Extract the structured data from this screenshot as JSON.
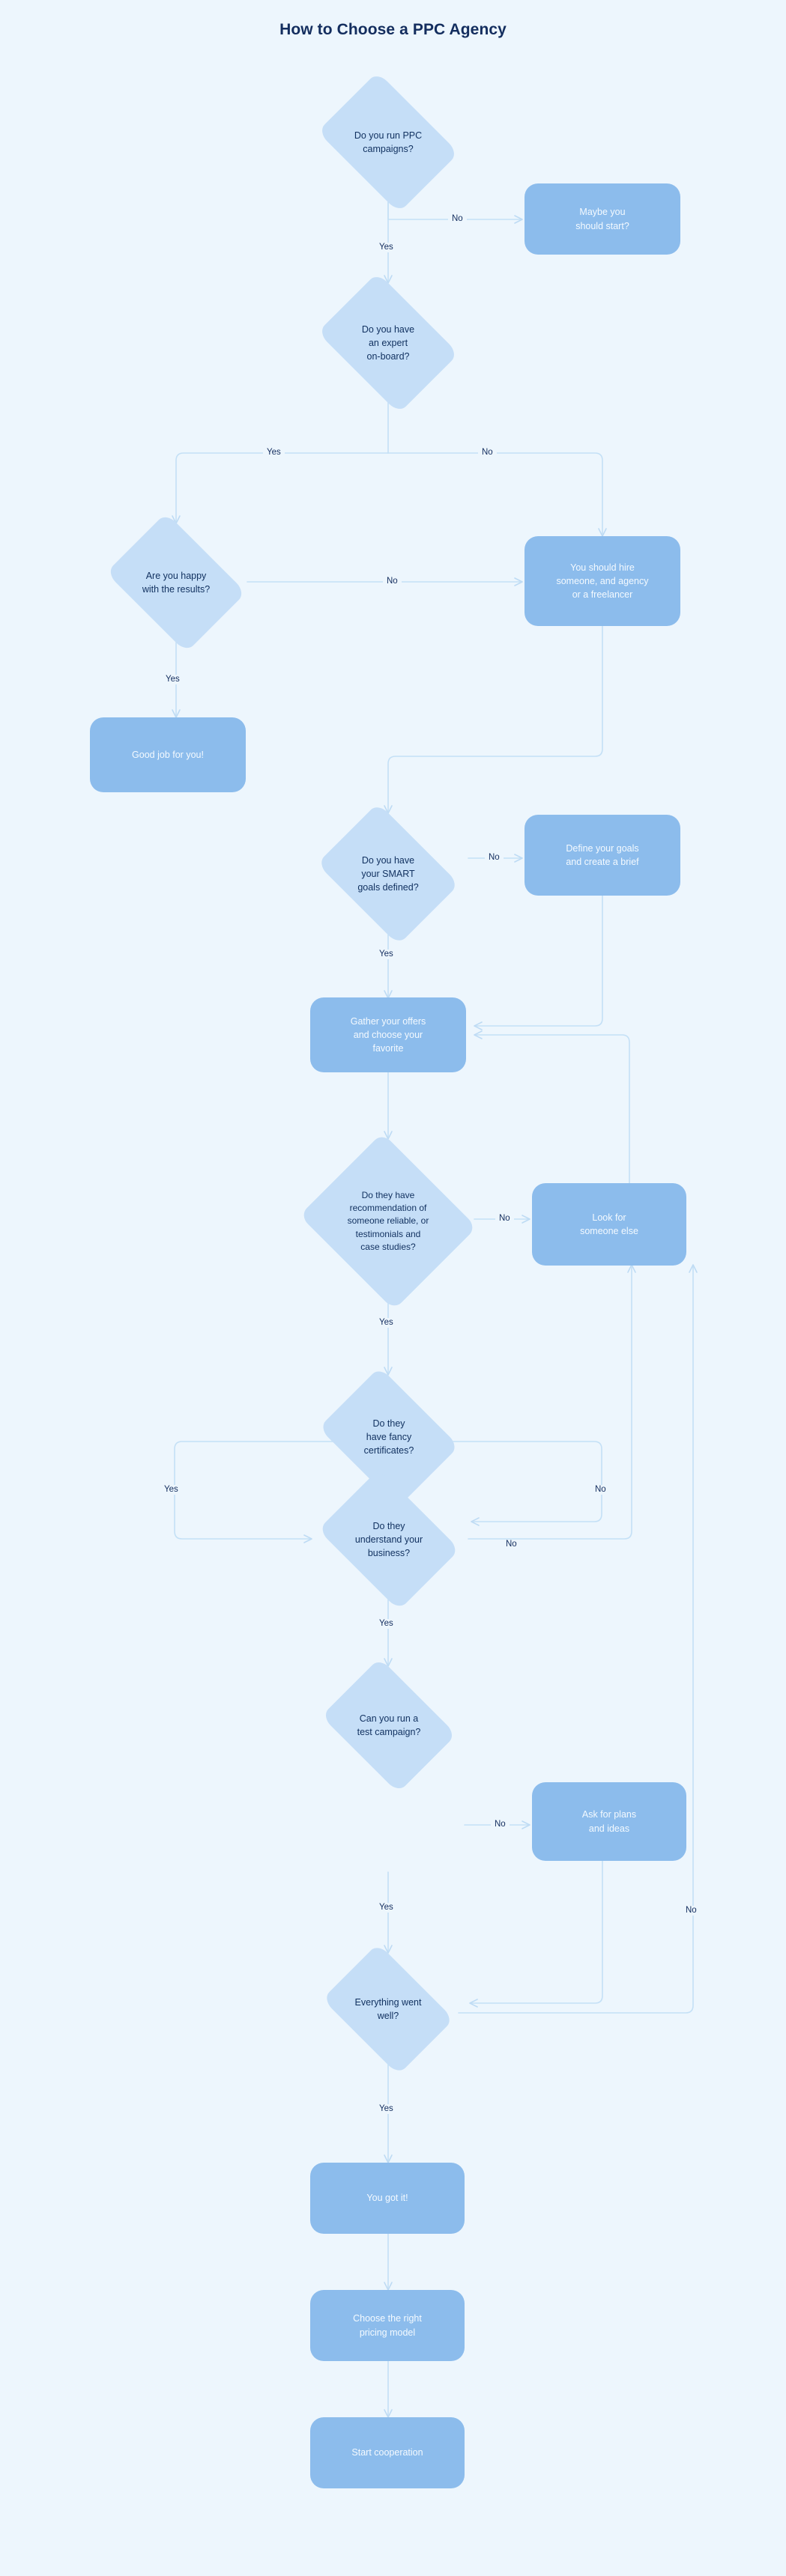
{
  "title": "How to Choose a PPC Agency",
  "colors": {
    "background": "#edf6fd",
    "decision_fill": "#c5def7",
    "process_fill": "#8cbcec",
    "edge_stroke": "#c4e0f6",
    "decision_text": "#10305f",
    "process_text": "#f4faff",
    "title_text": "#132d5e"
  },
  "chart_data": {
    "type": "flowchart",
    "title": "How to Choose a PPC Agency",
    "nodes": [
      {
        "id": "n1",
        "shape": "decision",
        "label": "Do you run PPC\ncampaigns?"
      },
      {
        "id": "n2",
        "shape": "process",
        "label": "Maybe you\nshould start?"
      },
      {
        "id": "n3",
        "shape": "decision",
        "label": "Do you have\nan expert\non-board?"
      },
      {
        "id": "n4",
        "shape": "decision",
        "label": "Are you happy\nwith the results?"
      },
      {
        "id": "n5",
        "shape": "process",
        "label": "You should hire\nsomeone, and agency\nor a freelancer"
      },
      {
        "id": "n6",
        "shape": "process",
        "label": "Good job for you!"
      },
      {
        "id": "n7",
        "shape": "decision",
        "label": "Do you have\nyour SMART\ngoals defined?"
      },
      {
        "id": "n8",
        "shape": "process",
        "label": "Define your goals\nand create a brief"
      },
      {
        "id": "n9",
        "shape": "process",
        "label": "Gather your offers\nand choose your\nfavorite"
      },
      {
        "id": "n10",
        "shape": "decision",
        "label": "Do they have\nrecommendation of\nsomeone reliable, or\ntestimonials and\ncase studies?"
      },
      {
        "id": "n11",
        "shape": "process",
        "label": "Look for\nsomeone else"
      },
      {
        "id": "n12",
        "shape": "decision",
        "label": "Do they\nhave fancy\ncertificates?"
      },
      {
        "id": "n13",
        "shape": "decision",
        "label": "Do they\nunderstand your\nbusiness?"
      },
      {
        "id": "n14",
        "shape": "decision",
        "label": "Can you run a\ntest campaign?"
      },
      {
        "id": "n15",
        "shape": "process",
        "label": "Ask for plans\nand ideas"
      },
      {
        "id": "n16",
        "shape": "decision",
        "label": "Everything went\nwell?"
      },
      {
        "id": "n17",
        "shape": "process",
        "label": "You got it!"
      },
      {
        "id": "n18",
        "shape": "process",
        "label": "Choose the right\npricing model"
      },
      {
        "id": "n19",
        "shape": "process",
        "label": "Start cooperation"
      }
    ],
    "edges": [
      {
        "from": "n1",
        "to": "n2",
        "label": "No"
      },
      {
        "from": "n1",
        "to": "n3",
        "label": "Yes"
      },
      {
        "from": "n3",
        "to": "n4",
        "label": "Yes"
      },
      {
        "from": "n3",
        "to": "n5",
        "label": "No"
      },
      {
        "from": "n4",
        "to": "n5",
        "label": "No"
      },
      {
        "from": "n4",
        "to": "n6",
        "label": "Yes"
      },
      {
        "from": "n5",
        "to": "n7",
        "label": ""
      },
      {
        "from": "n7",
        "to": "n8",
        "label": "No"
      },
      {
        "from": "n7",
        "to": "n9",
        "label": "Yes"
      },
      {
        "from": "n8",
        "to": "n9",
        "label": ""
      },
      {
        "from": "n11",
        "to": "n9",
        "label": ""
      },
      {
        "from": "n9",
        "to": "n10",
        "label": ""
      },
      {
        "from": "n10",
        "to": "n11",
        "label": "No"
      },
      {
        "from": "n10",
        "to": "n12",
        "label": "Yes"
      },
      {
        "from": "n12",
        "to": "n13",
        "label": "Yes"
      },
      {
        "from": "n12",
        "to": "n13",
        "label": "No"
      },
      {
        "from": "n13",
        "to": "n11",
        "label": "No"
      },
      {
        "from": "n13",
        "to": "n14",
        "label": "Yes"
      },
      {
        "from": "n14",
        "to": "n15",
        "label": "No"
      },
      {
        "from": "n14",
        "to": "n16",
        "label": "Yes"
      },
      {
        "from": "n15",
        "to": "n16",
        "label": ""
      },
      {
        "from": "n16",
        "to": "n11",
        "label": "No"
      },
      {
        "from": "n16",
        "to": "n17",
        "label": "Yes"
      },
      {
        "from": "n17",
        "to": "n18",
        "label": ""
      },
      {
        "from": "n18",
        "to": "n19",
        "label": ""
      }
    ]
  },
  "edge_labels": {
    "e1_no": "No",
    "e1_yes": "Yes",
    "e3_yes": "Yes",
    "e3_no": "No",
    "e4_no": "No",
    "e4_yes": "Yes",
    "e7_no": "No",
    "e7_yes": "Yes",
    "e10_no": "No",
    "e10_yes": "Yes",
    "e12_yes": "Yes",
    "e12_no": "No",
    "e13_no": "No",
    "e13_yes": "Yes",
    "e14_no": "No",
    "e14_yes": "Yes",
    "e16_no": "No",
    "e16_yes": "Yes"
  }
}
